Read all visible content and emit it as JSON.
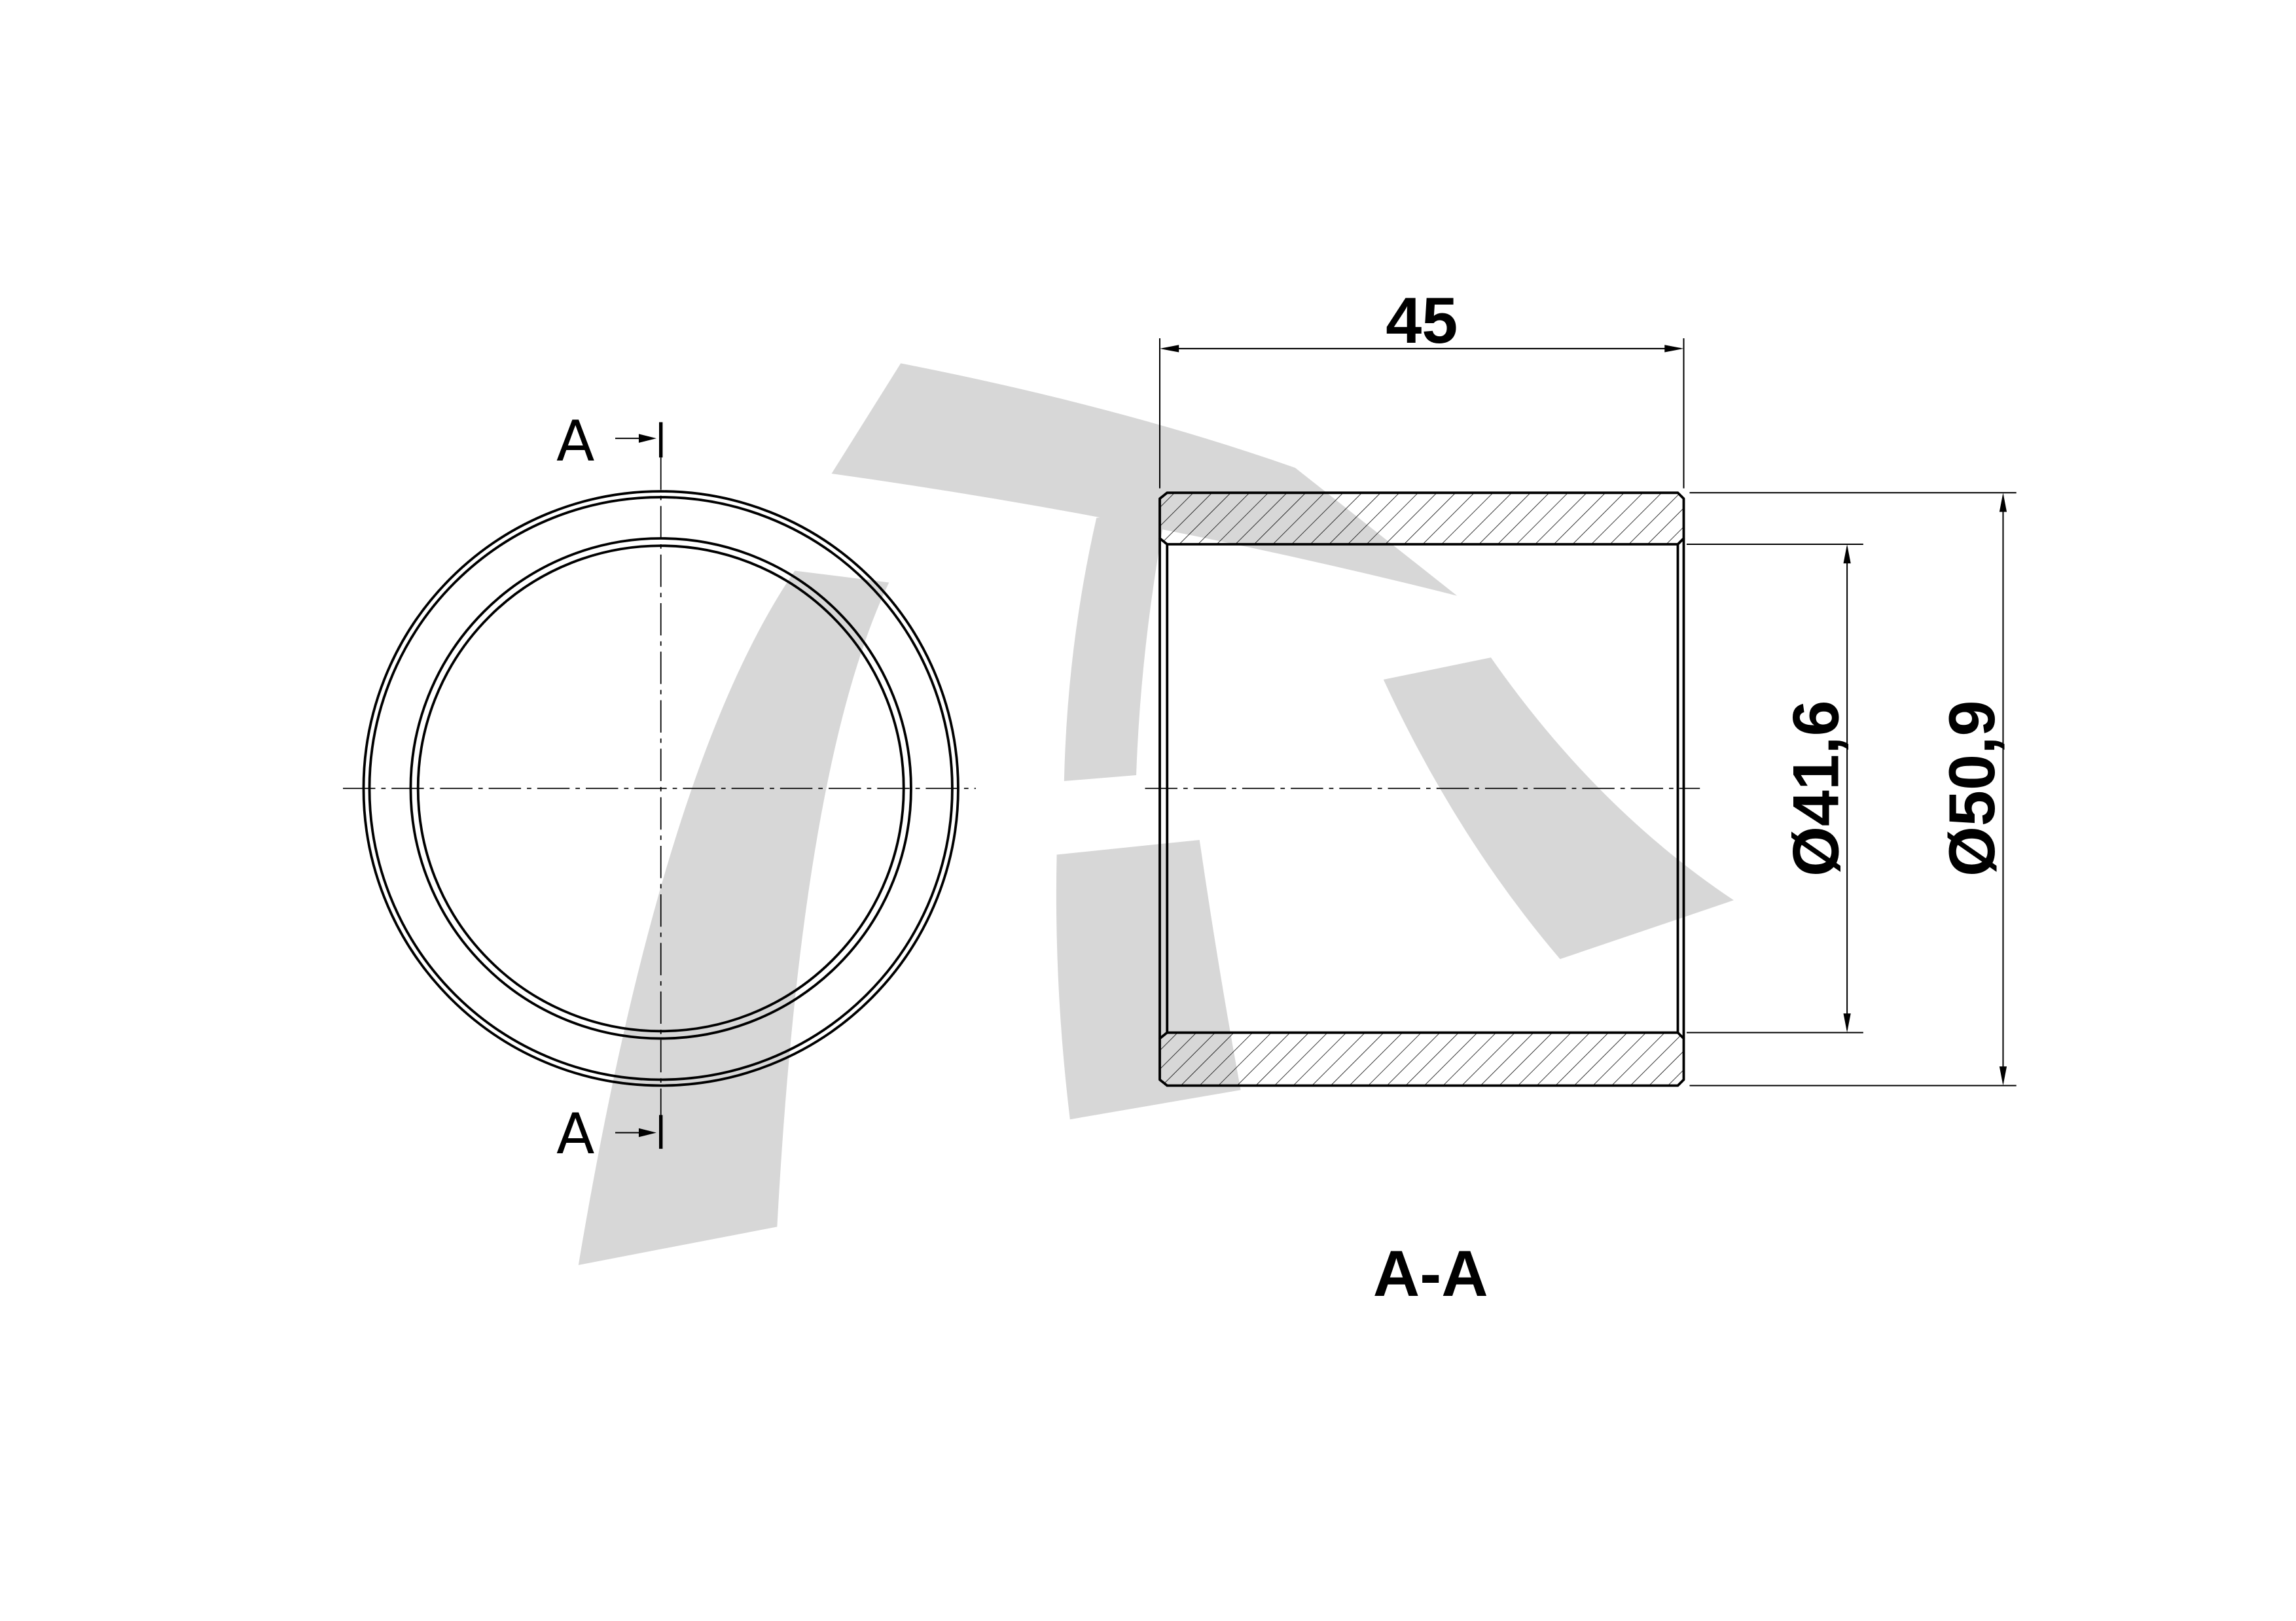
{
  "front_view": {
    "cutting_plane_label_top": "A",
    "cutting_plane_label_bottom": "A"
  },
  "section_view": {
    "title": "A-A",
    "length_dimension": "45",
    "inner_diameter_dimension": "Ø41,6",
    "outer_diameter_dimension": "Ø50,9"
  },
  "watermark": {
    "icon": "logo-watermark"
  },
  "colors": {
    "background": "#ffffff",
    "line": "#000000",
    "watermark": "#d7d7d7"
  }
}
